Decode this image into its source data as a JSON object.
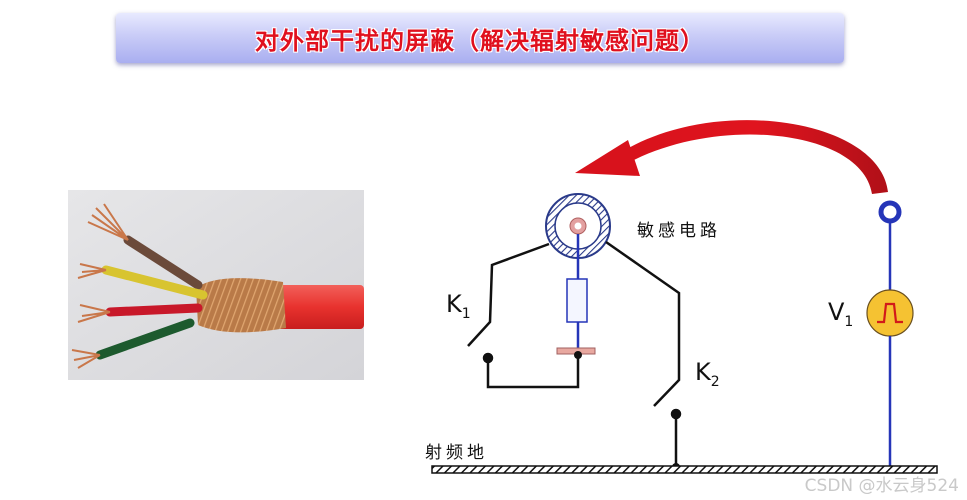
{
  "title": "对外部干扰的屏蔽（解决辐射敏感问题）",
  "photo": {
    "description": "shielded cable with braided copper shield and four colored conductors",
    "conductor_colors": [
      "#6b4a3a",
      "#d8c430",
      "#c8182a",
      "#1d5a2e"
    ],
    "jacket_color": "#f0403e",
    "shield_color": "#c98a55"
  },
  "diagram": {
    "sensitive_circuit_label": "敏感电路",
    "rf_ground_label": "射频地",
    "switch1_label": "K",
    "switch1_sub": "1",
    "switch2_label": "K",
    "switch2_sub": "2",
    "source_label": "V",
    "source_sub": "1",
    "source_icon": "pulse-waveform-icon",
    "arrow_icon": "curved-arrow-icon",
    "colors": {
      "arrow": "#d8121c",
      "wire_blue": "#2535b8",
      "wire_black": "#111111",
      "source_fill": "#f5c232",
      "pulse": "#d21a1a",
      "center_conductor": "#e3a0a0",
      "ground_plate": "#e8a8a0"
    }
  },
  "watermark": "CSDN @水云身524"
}
